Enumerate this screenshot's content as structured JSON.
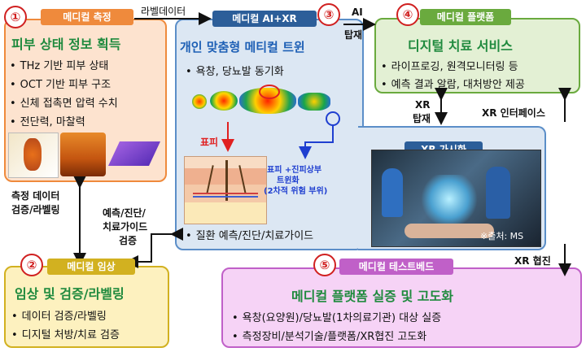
{
  "nums": {
    "n1": "①",
    "n2": "②",
    "n3": "③",
    "n4": "④",
    "n5": "⑤"
  },
  "box1": {
    "tag": "메디컬 측정",
    "title": "피부 상태 정보 획득",
    "bullets": [
      "THz 기반 피부 상태",
      "OCT 기반 피부 구조",
      "신체 접촉면 압력 수치",
      "전단력, 마찰력"
    ]
  },
  "box2": {
    "tag": "메디컬 임상",
    "title": "임상 및 검증/라벨링",
    "bullets": [
      "데이터 검증/라벨링",
      "디지털 처방/치료 검증"
    ]
  },
  "box3": {
    "tag": "메디컬 AI+XR",
    "title": "개인 맞춤형 메티컬 트윈",
    "bullet1": "욕창, 당뇨발 동기화",
    "bullet2": "질환 예측/진단/치료가이드",
    "epidermis": "표피",
    "dermis_l1": "표피 +진피상부",
    "dermis_l2": "트윈화",
    "dermis_l3": "(2차적 위험 부위)"
  },
  "box4": {
    "tag": "메디컬 플랫폼",
    "title": "디지털 치료 서비스",
    "bullets": [
      "라이프로깅, 원격모니터링 등",
      "예측 결과 알람, 대처방안 제공"
    ]
  },
  "box5": {
    "tag": "메디컬 테스트베드",
    "title": "메디컬 플랫폼 실증 및 고도화",
    "bullets": [
      "욕창(요양원)/당뇨발(1차의료기관) 대상 실증",
      "측정장비/분석기술/플랫폼/XR협진 고도화"
    ]
  },
  "xr": {
    "tag": "XR 가시화",
    "source": "※출처: MS"
  },
  "arrows": {
    "label_data": "라벨데이터",
    "ai_l1": "AI",
    "ai_l2": "탑재",
    "xr_mount_l1": "XR",
    "xr_mount_l2": "탑재",
    "xr_interface": "XR 인터페이스",
    "xr_collab": "XR 협진",
    "measure_l1": "측정 데이터",
    "measure_l2": "검증/라벨링",
    "predict_l1": "예측/진단/",
    "predict_l2": "치료가이드",
    "predict_l3": "검증"
  },
  "colors": {
    "orange": "#ef8a3c",
    "orange_bg": "#fde3cf",
    "green": "#6aaa3e",
    "green_bg": "#e3f0d4",
    "blue": "#5b8ec8",
    "blue_bg": "#dce7f3",
    "yellow": "#d2b120",
    "yellow_bg": "#fdf1bf",
    "purple": "#c060c8",
    "purple_bg": "#f6d3f6",
    "navy": "#2c5e99",
    "title_green": "#1f8a3e",
    "title_blue": "#1d5fb5"
  }
}
